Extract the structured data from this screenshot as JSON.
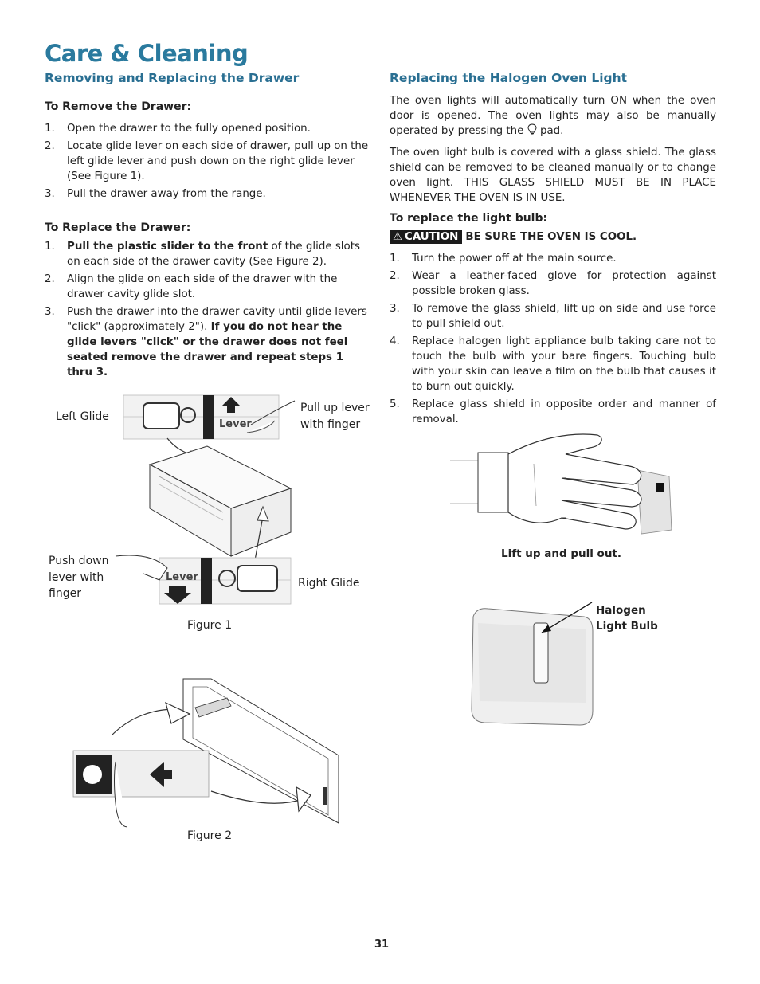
{
  "page_title": "Care & Cleaning",
  "left": {
    "section_title": "Removing and Replacing the Drawer",
    "remove": {
      "title": "To Remove the Drawer:",
      "steps": [
        {
          "num": "1.",
          "text": "Open the drawer to the fully opened position."
        },
        {
          "num": "2.",
          "text": "Locate glide lever on each side of drawer, pull up on the left glide lever and push down on the right glide lever (See Figure 1)."
        },
        {
          "num": "3.",
          "text": "Pull the drawer away from the range."
        }
      ]
    },
    "replace": {
      "title": "To Replace the Drawer:",
      "steps": [
        {
          "num": "1.",
          "bold": "Pull the plastic slider to the front",
          "text": " of the glide slots on each side of the drawer cavity (See Figure 2)."
        },
        {
          "num": "2.",
          "text": "Align the glide on each side of the drawer with the drawer cavity glide slot."
        },
        {
          "num": "3.",
          "text": "Push the drawer into the drawer cavity until glide levers \"click\" (approximately 2\"). ",
          "bold": "If you do not hear the glide levers \"click\" or the drawer does not feel seated remove the drawer and repeat steps 1 thru 3."
        }
      ]
    },
    "figure1": {
      "left_glide": "Left Glide",
      "pull_up_line1": "Pull up lever",
      "pull_up_line2": "with finger",
      "push_down_line1": "Push down",
      "push_down_line2": "lever with",
      "push_down_line3": "finger",
      "right_glide": "Right Glide",
      "lever_label": "Lever",
      "caption": "Figure 1"
    },
    "figure2": {
      "caption": "Figure 2"
    }
  },
  "right": {
    "section_title": "Replacing the Halogen Oven Light",
    "para1": "The oven lights will automatically turn ON when the oven door is opened. The oven lights may also be manually operated by pressing the",
    "para1_end": "pad.",
    "para2": "The oven light bulb is covered with a glass shield. The glass shield can be removed to be cleaned manually or to change oven light. THIS GLASS SHIELD MUST BE IN PLACE WHENEVER THE OVEN IS IN USE.",
    "bulb_title": "To replace the light bulb:",
    "caution_badge": "CAUTION",
    "caution_text": "BE SURE THE OVEN IS COOL.",
    "steps": [
      {
        "num": "1.",
        "text": "Turn the power off at the main source."
      },
      {
        "num": "2.",
        "text": "Wear a leather-faced glove for protection against possible broken glass."
      },
      {
        "num": "3.",
        "text": "To remove the glass shield, lift up on side and use force to pull shield out."
      },
      {
        "num": "4.",
        "text": "Replace halogen light appliance bulb taking care not to touch the bulb with your bare fingers. Touching bulb with your skin can leave a film on the bulb that causes it to burn out quickly."
      },
      {
        "num": "5.",
        "text": "Replace glass shield in opposite order and manner of removal."
      }
    ],
    "glove_caption": "Lift up and pull out.",
    "halogen_line1": "Halogen",
    "halogen_line2": "Light Bulb"
  },
  "page_number": "31"
}
